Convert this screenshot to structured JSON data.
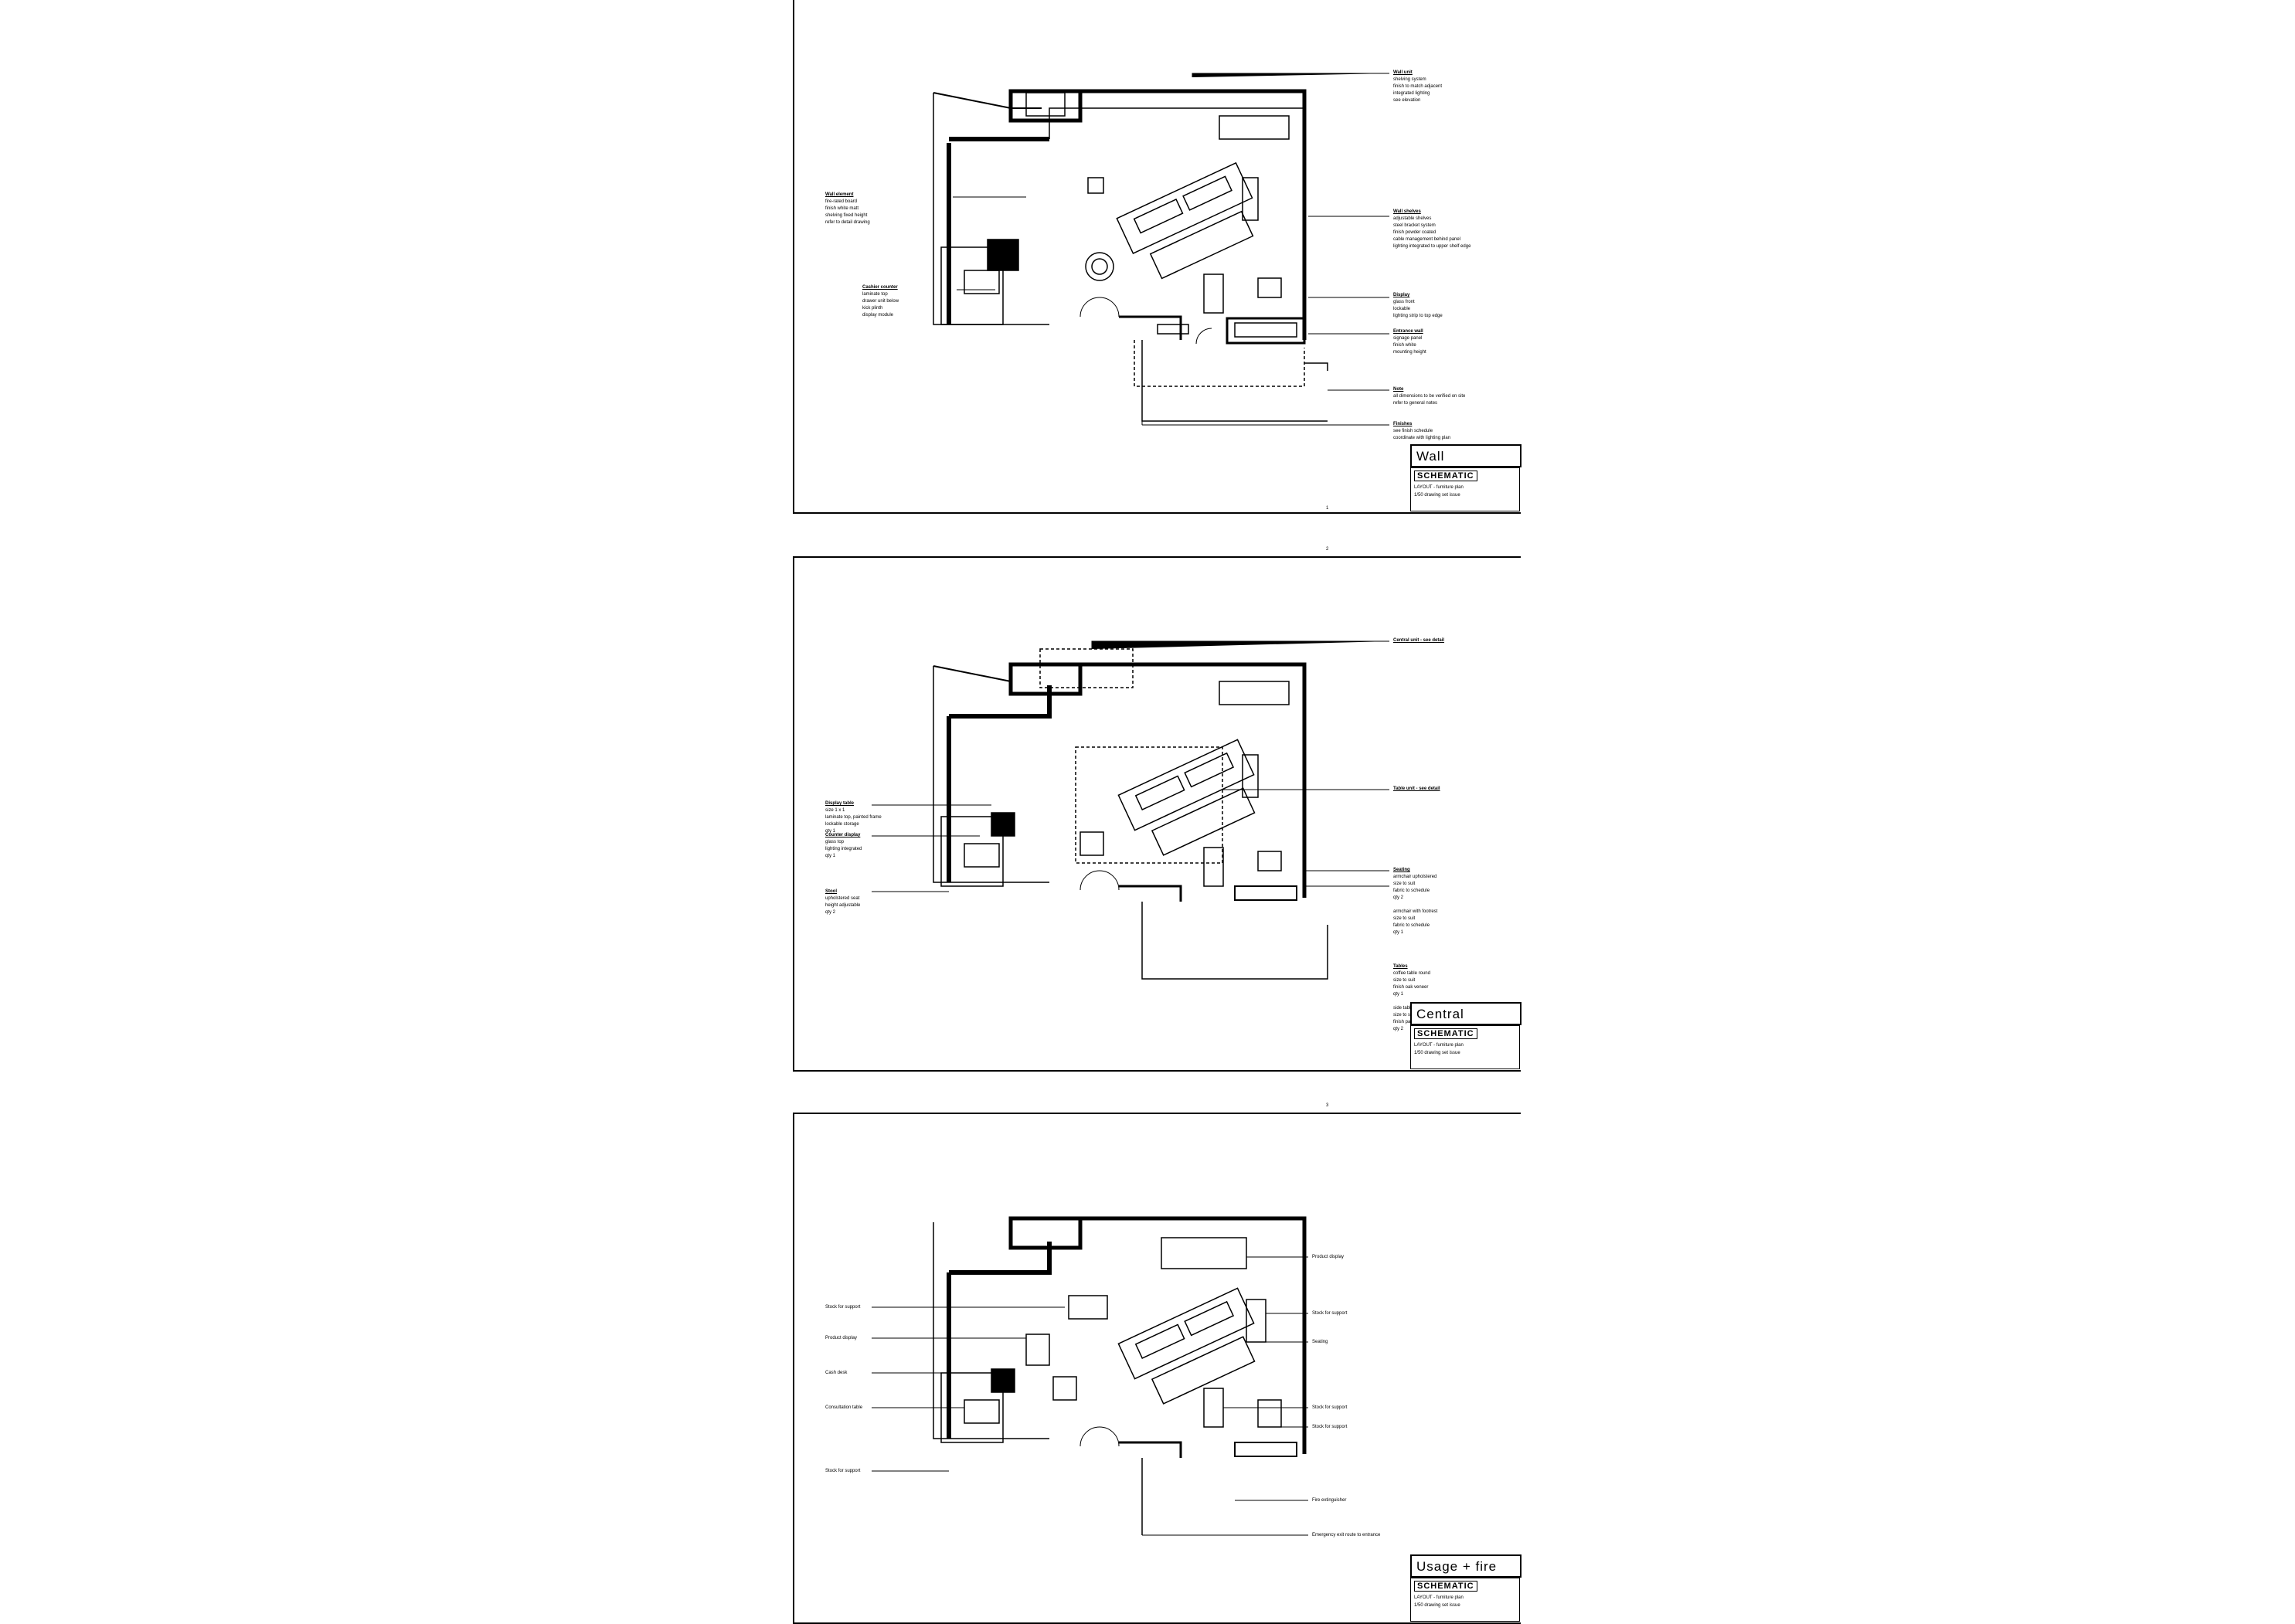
{
  "sheets": [
    {
      "id": "wall",
      "title": "Wall furniture_3D/LS",
      "page_mark": "1"
    },
    {
      "id": "central",
      "title": "Central furniture_3D/LS",
      "page_mark": "2"
    },
    {
      "id": "usage",
      "title": "Usage + fire plan",
      "page_mark": "3"
    }
  ],
  "title_block": {
    "logo": "SCHEMATIC",
    "line1": "LAYOUT - furniture plan",
    "line2": "1/50 drawing set issue"
  },
  "colors": {
    "line": "#000000",
    "background": "#ffffff"
  }
}
